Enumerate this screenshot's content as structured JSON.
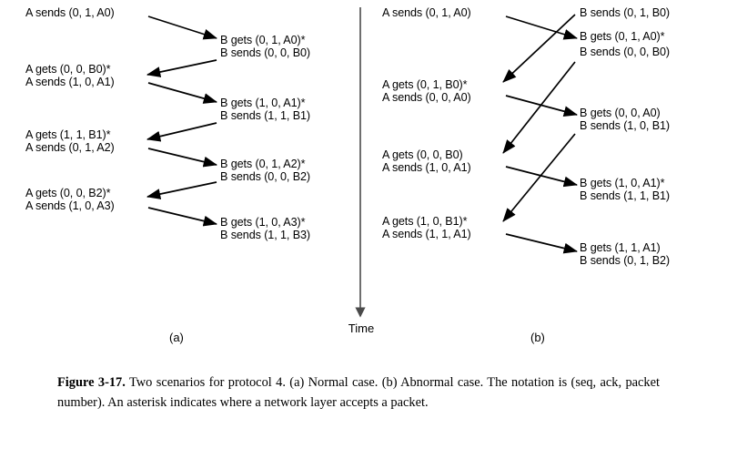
{
  "figure": {
    "panel_a_label": "(a)",
    "panel_b_label": "(b)",
    "time_axis_label": "Time"
  },
  "caption": {
    "figure_number": "Figure 3-17.",
    "text": "Two scenarios for protocol 4. (a) Normal case. (b) Abnormal case. The notation is (seq, ack, packet number). An asterisk indicates where a network layer accepts a packet."
  },
  "panel_a": {
    "left_events": [
      {
        "id": "a-l1",
        "text": "A sends (0, 1, A0)"
      },
      {
        "id": "a-l2",
        "text": "A gets (0, 0, B0)*"
      },
      {
        "id": "a-l3",
        "text": "A sends (1, 0, A1)"
      },
      {
        "id": "a-l4",
        "text": "A gets (1, 1, B1)*"
      },
      {
        "id": "a-l5",
        "text": "A sends (0, 1, A2)"
      },
      {
        "id": "a-l6",
        "text": "A gets (0, 0, B2)*"
      },
      {
        "id": "a-l7",
        "text": "A sends (1, 0, A3)"
      }
    ],
    "right_events": [
      {
        "id": "a-r1",
        "text": "B gets (0, 1, A0)*"
      },
      {
        "id": "a-r2",
        "text": "B sends (0, 0, B0)"
      },
      {
        "id": "a-r3",
        "text": "B gets (1, 0, A1)*"
      },
      {
        "id": "a-r4",
        "text": "B sends (1, 1, B1)"
      },
      {
        "id": "a-r5",
        "text": "B gets (0, 1, A2)*"
      },
      {
        "id": "a-r6",
        "text": "B sends (0, 0, B2)"
      },
      {
        "id": "a-r7",
        "text": "B gets (1, 0, A3)*"
      },
      {
        "id": "a-r8",
        "text": "B sends (1, 1, B3)"
      }
    ]
  },
  "panel_b": {
    "left_events": [
      {
        "id": "b-l1",
        "text": "A sends (0, 1, A0)"
      },
      {
        "id": "b-l2",
        "text": "A gets (0, 1, B0)*"
      },
      {
        "id": "b-l3",
        "text": "A sends (0, 0, A0)"
      },
      {
        "id": "b-l4",
        "text": "A gets (0, 0, B0)"
      },
      {
        "id": "b-l5",
        "text": "A sends (1, 0, A1)"
      },
      {
        "id": "b-l6",
        "text": "A gets (1, 0, B1)*"
      },
      {
        "id": "b-l7",
        "text": "A sends (1, 1, A1)"
      }
    ],
    "right_events": [
      {
        "id": "b-r1",
        "text": "B sends (0, 1, B0)"
      },
      {
        "id": "b-r2",
        "text": "B gets (0, 1, A0)*"
      },
      {
        "id": "b-r3",
        "text": "B sends (0, 0, B0)"
      },
      {
        "id": "b-r4",
        "text": "B gets (0, 0, A0)"
      },
      {
        "id": "b-r5",
        "text": "B sends (1, 0, B1)"
      },
      {
        "id": "b-r6",
        "text": "B gets (1, 0, A1)*"
      },
      {
        "id": "b-r7",
        "text": "B sends (1, 1, B1)"
      },
      {
        "id": "b-r8",
        "text": "B gets (1, 1, A1)"
      },
      {
        "id": "b-r9",
        "text": "B sends (0, 1, B2)"
      }
    ]
  },
  "colors": {
    "ink": "#000000",
    "paper": "#ffffff",
    "axis": "#4a4a4a"
  }
}
